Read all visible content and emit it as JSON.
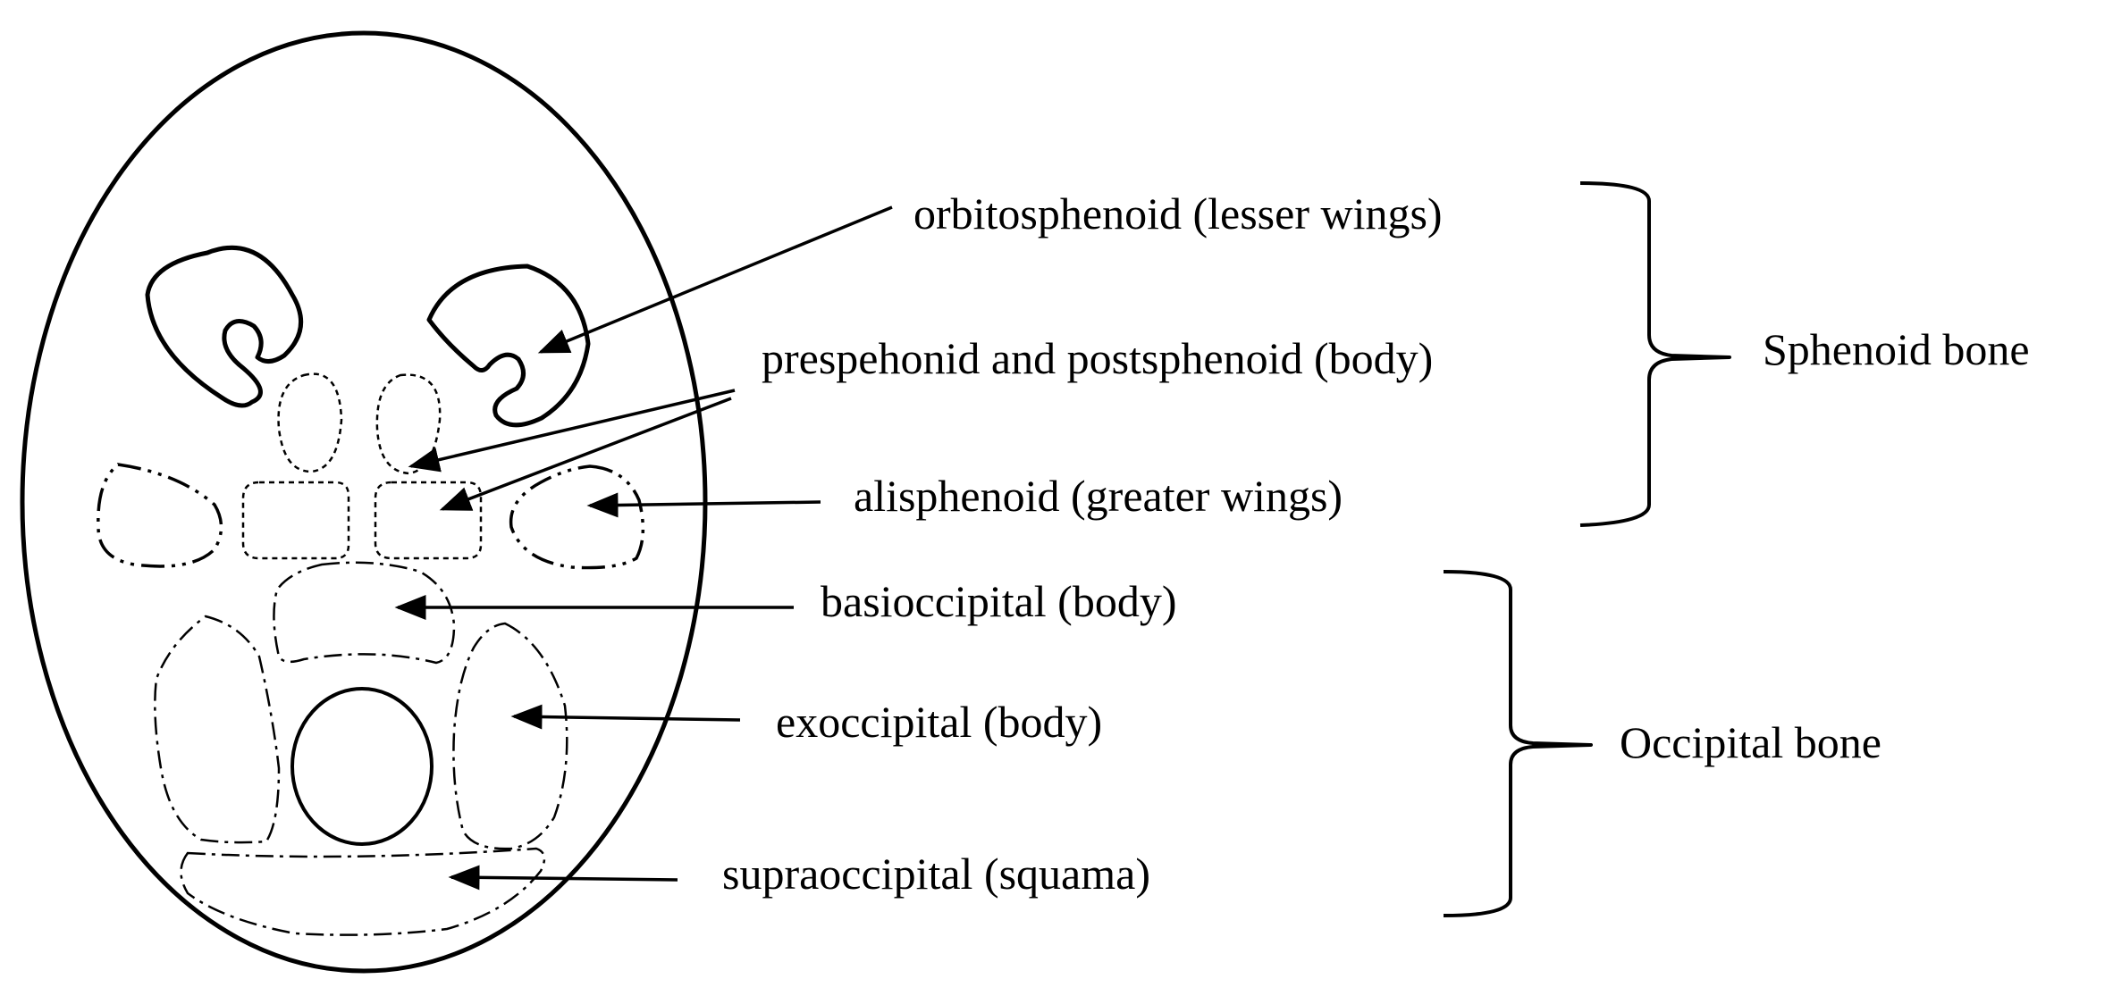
{
  "labels": {
    "orbitosphenoid": "orbitosphenoid (lesser wings)",
    "presphenoid": "prespehonid and postsphenoid (body)",
    "alisphenoid": "alisphenoid (greater wings)",
    "basioccipital": "basioccipital (body)",
    "exoccipital": "exoccipital (body)",
    "supraoccipital": "supraoccipital (squama)"
  },
  "groups": {
    "sphenoid": "Sphenoid bone",
    "occipital": "Occipital bone"
  }
}
